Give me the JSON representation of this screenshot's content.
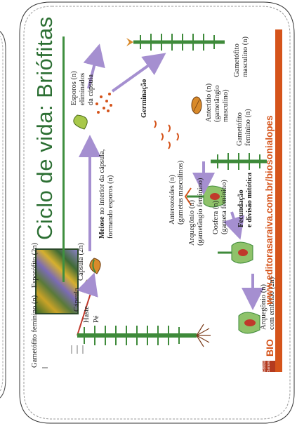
{
  "title": "Ciclo de vida: Briófitas",
  "labels": {
    "esporofito": "Esporófito (2n)",
    "gametofito_feminino_side": "Gametófito feminino (n)",
    "capsula": "Cápsula",
    "haste": "Haste",
    "pe": "Pé",
    "capsula_2n": "Cápsula (2n)",
    "meiose_bold": "Meiose",
    "meiose_rest1": " no interior da cápsula,",
    "meiose_rest2": "formando esporos (n)",
    "esporos_1": "Esporos (n)",
    "esporos_2": "eliminados",
    "esporos_3": "da cápsula",
    "germinacao": "Germinação",
    "anteridio_1": "Anterídio (n)",
    "anteridio_2": "(gametângio",
    "anteridio_3": "masculino)",
    "gam_masc_1": "Gametófito",
    "gam_masc_2": "masculino (n)",
    "gam_fem_1": "Gametófito",
    "gam_fem_2": "feminino (n)",
    "anterozoides_1": "Anterozoides (n)",
    "anterozoides_2": "(gametas masculinos)",
    "arquegonio_1": "Arquegônio (n)",
    "arquegonio_2": "(gametângio feminino)",
    "oosfera_1": "Oosfera (n)",
    "oosfera_2": "(gameta feminino)",
    "fecundacao_1": "Fecundação",
    "fecundacao_2": "e divisão mitótica",
    "arq_embriao_1": "Arquegônio (n)",
    "arq_embriao_2": "com embrião (2n)"
  },
  "footer": {
    "bio": "BIO",
    "url": "www.editorasaraiva.com.br/biosonialopes",
    "publisher": "Editora Saraiva"
  },
  "colors": {
    "title": "#2c6f33",
    "accent": "#d5541b",
    "arrow": "#a58fd0",
    "plant": "#3e8a3a",
    "plant_light": "#8fc26a",
    "stalk": "#c0392b"
  }
}
